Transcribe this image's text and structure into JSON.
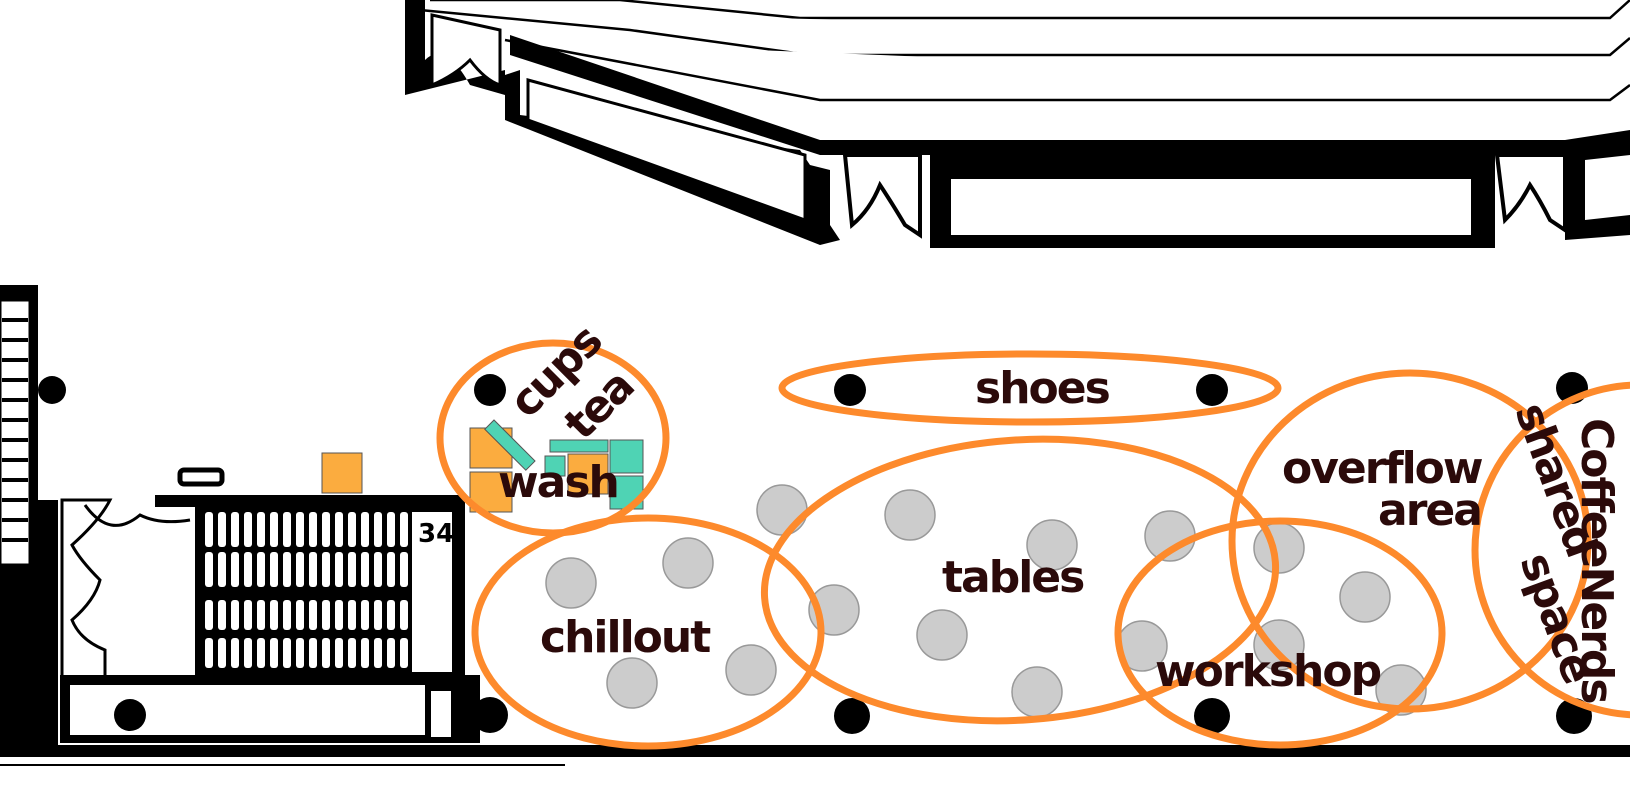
{
  "labels": {
    "shoes": "shoes",
    "tables": "tables",
    "chillout": "chillout",
    "workshop": "workshop",
    "overflow_line1": "overflow",
    "overflow_line2": "area",
    "shared_line1": "shared",
    "shared_line2": "space",
    "coffeenerds": "CoffeeNerds",
    "cups": "cups",
    "tea": "tea",
    "wash": "wash",
    "room_number": "34"
  },
  "colors": {
    "zone_outline": "#fd8a2c",
    "table_fill": "#cccccc",
    "counter_orange": "#fbac3f",
    "counter_teal": "#4fd3b4",
    "label_text": "#2b0a0a",
    "walls": "#000000"
  },
  "icons": {
    "table": "grey-circle",
    "pillar": "black-dot"
  }
}
